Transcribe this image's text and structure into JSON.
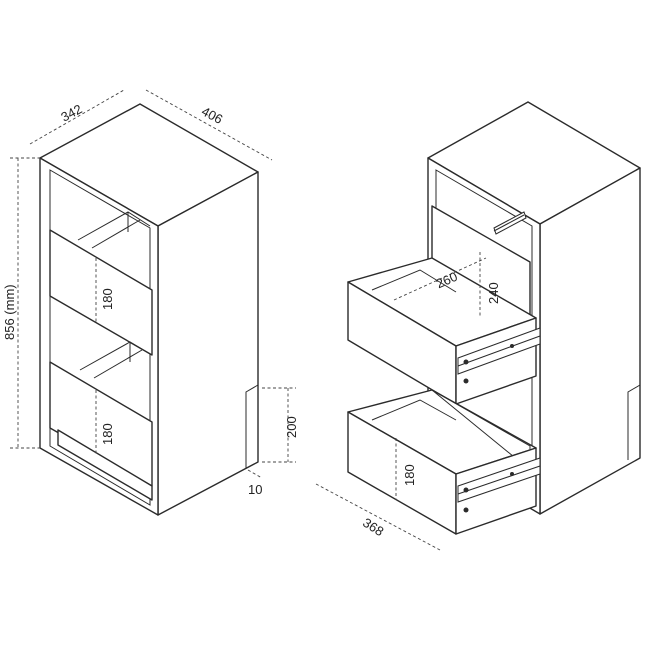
{
  "labels": {
    "width_left": "342",
    "depth_left": "406",
    "height_total": "856 (mm)",
    "drawer_top_height": "180",
    "drawer_bottom_height": "180",
    "plinth_height": "200",
    "plinth_inset": "10",
    "drawer_inner_depth": "260",
    "drawer_inner_height": "240",
    "drawer_lower_height": "180",
    "drawer_width": "368"
  }
}
